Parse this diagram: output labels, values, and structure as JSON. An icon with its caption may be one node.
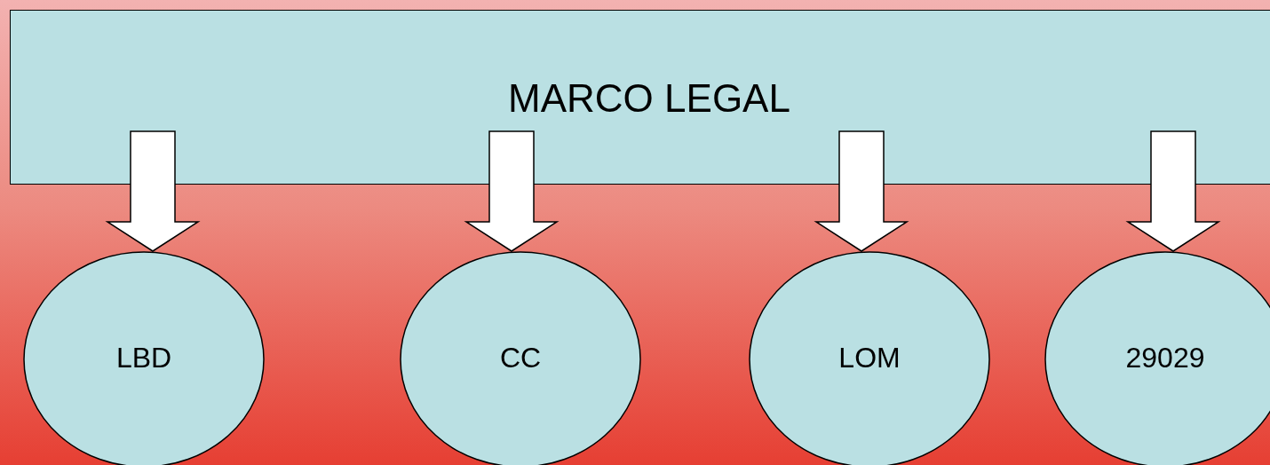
{
  "diagram": {
    "nodes": [
      {
        "text": [
          "MARCO LEGAL"
        ]
      },
      {
        "text": [
          "LBD"
        ]
      },
      {
        "text": [
          "CC"
        ]
      },
      {
        "text": [
          "LOM"
        ]
      },
      {
        "text": [
          "29029"
        ]
      }
    ],
    "edges": [
      {
        "from": 0,
        "to": 1,
        "arrow": "to"
      },
      {
        "from": 0,
        "to": 2,
        "arrow": "to"
      },
      {
        "from": 0,
        "to": 3,
        "arrow": "to"
      },
      {
        "from": 0,
        "to": 4,
        "arrow": "to"
      }
    ]
  }
}
